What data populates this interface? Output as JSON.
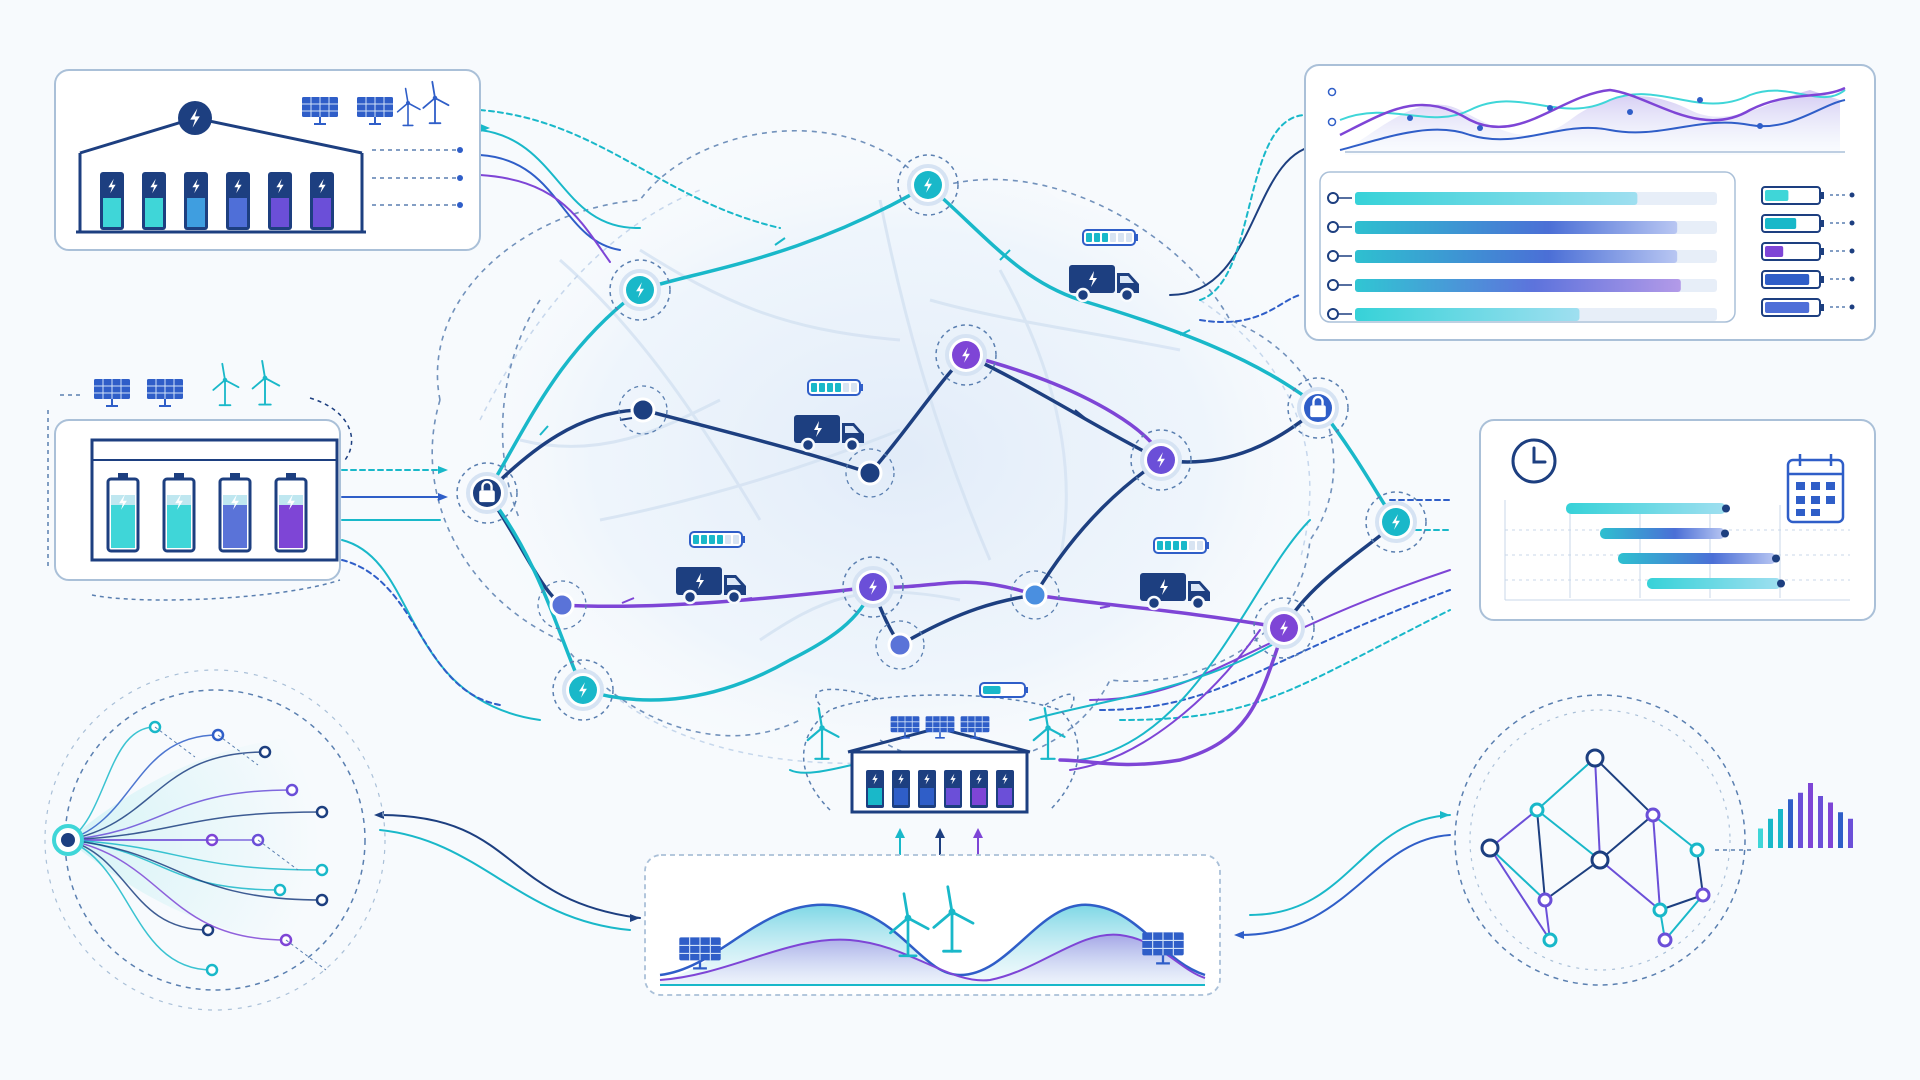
{
  "theme": {
    "teal": "#19b8c9",
    "cyan": "#3fd6d8",
    "blue": "#2f5ec8",
    "navy": "#1d3f80",
    "purple": "#7e45d6",
    "violet": "#6b4fd8",
    "panel_border": "#aac0d8",
    "dashed": "#5a7fb0",
    "background": "#f7fafd"
  },
  "icons": {
    "charging": "lightning-bolt-icon",
    "solar": "solar-panel-icon",
    "wind": "wind-turbine-icon",
    "truck": "electric-truck-icon",
    "clock": "clock-icon",
    "calendar": "calendar-icon",
    "battery": "battery-icon"
  },
  "fleet": {
    "trucks": [
      {
        "battery_level": 0.55
      },
      {
        "battery_level": 0.7
      },
      {
        "battery_level": 0.7
      },
      {
        "battery_level": 0.65
      }
    ],
    "hub_battery_level": 0.45
  },
  "dashboard": {
    "progress_bars": [
      0.78,
      0.89,
      0.89,
      0.9,
      0.62
    ],
    "battery_levels": [
      0.45,
      0.6,
      0.35,
      0.85,
      0.85
    ]
  },
  "schedule": {
    "bar_count": 4
  },
  "sparkline": {
    "values": [
      0.3,
      0.45,
      0.6,
      0.75,
      0.85,
      1.0,
      0.8,
      0.7,
      0.55,
      0.45
    ]
  }
}
